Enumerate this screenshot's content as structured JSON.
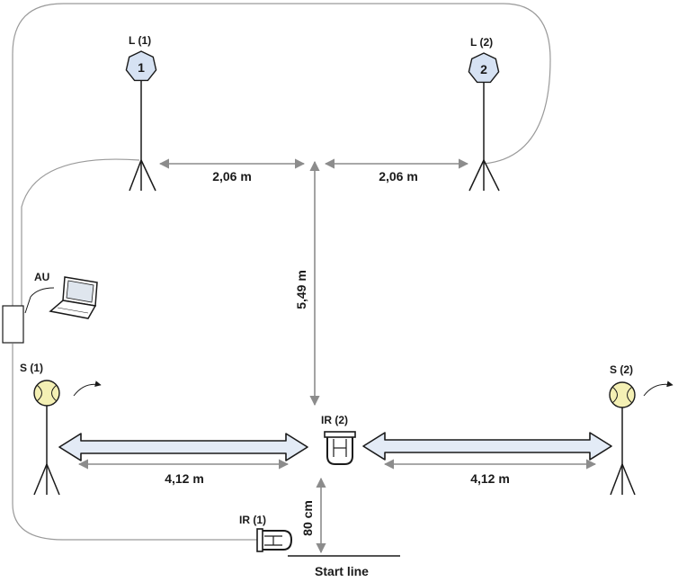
{
  "labels": {
    "light1": "L (1)",
    "light2": "L (2)",
    "light1_num": "1",
    "light2_num": "2",
    "au": "AU",
    "sensor1": "S (1)",
    "sensor2": "S (2)",
    "ir1": "IR (1)",
    "ir2": "IR (2)",
    "start_line": "Start line"
  },
  "distances": {
    "left_top": "2,06 m",
    "right_top": "2,06 m",
    "vertical": "5,49 m",
    "left_bottom": "4,12 m",
    "right_bottom": "4,12 m",
    "start_gap": "80 cm"
  },
  "colors": {
    "stroke": "#1a1a1a",
    "cable": "#9a9a9a",
    "light_fill": "#d6e2f3",
    "arrow_fill": "#e3ebf6",
    "arrow_grey": "#8c8c8c",
    "ball": "#f4f0b4"
  }
}
